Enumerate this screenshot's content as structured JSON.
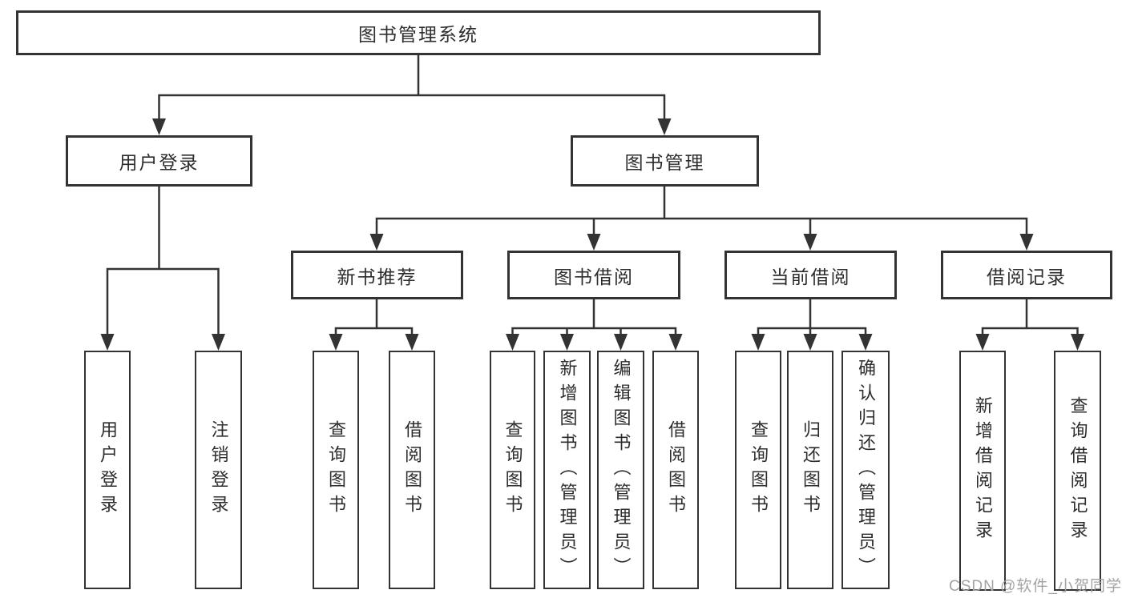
{
  "chart": {
    "root": {
      "label": "图书管理系统"
    },
    "branches": [
      {
        "label": "用户登录",
        "children": [
          {
            "label": "用户登录"
          },
          {
            "label": "注销登录"
          }
        ]
      },
      {
        "label": "图书管理",
        "children": [
          {
            "label": "新书推荐",
            "children": [
              {
                "label": "查询图书"
              },
              {
                "label": "借阅图书"
              }
            ]
          },
          {
            "label": "图书借阅",
            "children": [
              {
                "label": "查询图书"
              },
              {
                "label": "新增图书（管理员）"
              },
              {
                "label": "编辑图书（管理员）"
              },
              {
                "label": "借阅图书"
              }
            ]
          },
          {
            "label": "当前借阅",
            "children": [
              {
                "label": "查询图书"
              },
              {
                "label": "归还图书"
              },
              {
                "label": "确认归还（管理员）"
              }
            ]
          },
          {
            "label": "借阅记录",
            "children": [
              {
                "label": "新增借阅记录"
              },
              {
                "label": "查询借阅记录"
              }
            ]
          }
        ]
      }
    ]
  },
  "watermark": {
    "text": "CSDN @软件_小贺同学"
  },
  "colors": {
    "line": "#333333",
    "text": "#2d2d2d",
    "background": "#ffffff",
    "watermark": "#a3a3a3"
  }
}
